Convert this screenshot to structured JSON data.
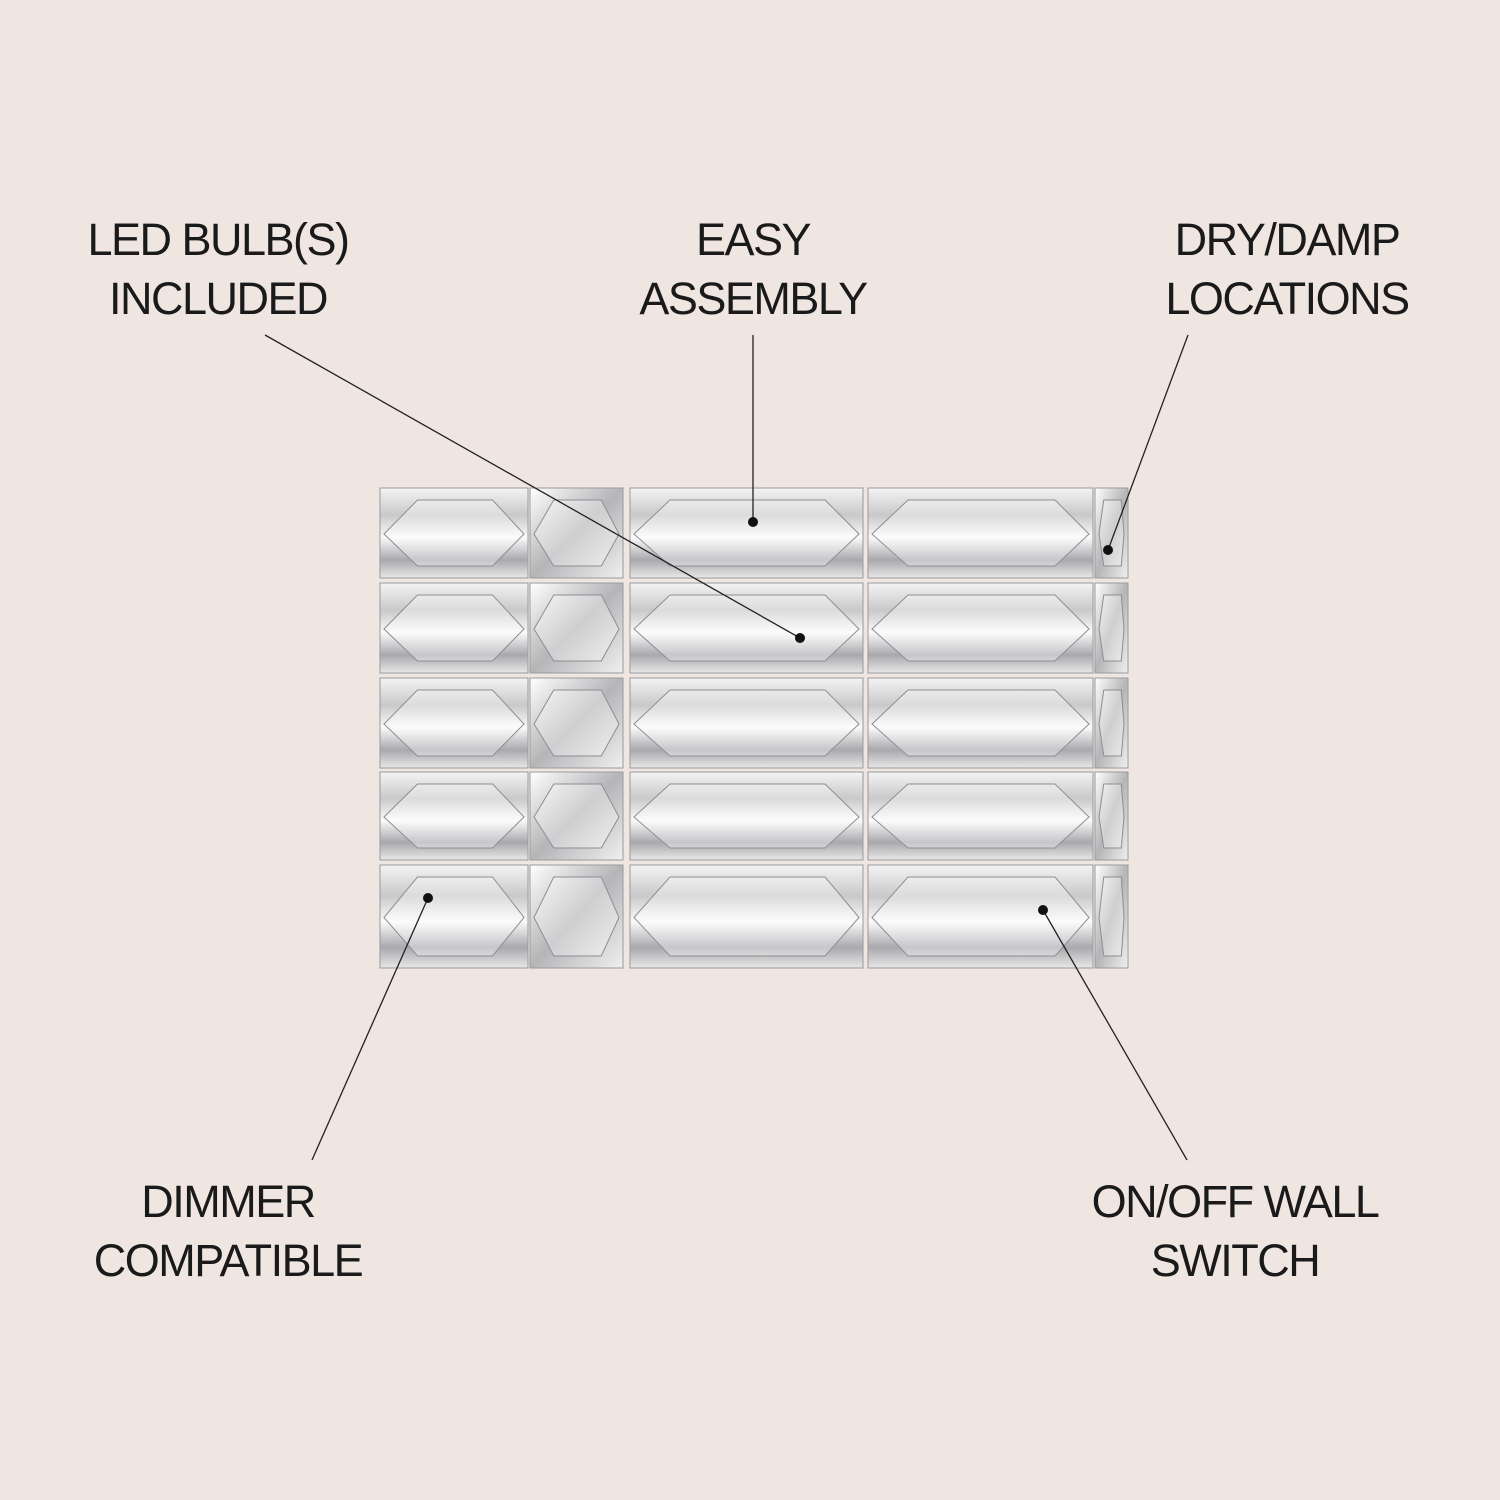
{
  "features": [
    {
      "id": "led",
      "line1": "LED BULB(S)",
      "line2": "INCLUDED"
    },
    {
      "id": "assembly",
      "line1": "EASY",
      "line2": "ASSEMBLY"
    },
    {
      "id": "locations",
      "line1": "DRY/DAMP",
      "line2": "LOCATIONS"
    },
    {
      "id": "dimmer",
      "line1": "DIMMER",
      "line2": "COMPATIBLE"
    },
    {
      "id": "switch",
      "line1": "ON/OFF WALL",
      "line2": "SWITCH"
    }
  ],
  "colors": {
    "background": "#efe6e2",
    "text": "#1a1a1a"
  }
}
